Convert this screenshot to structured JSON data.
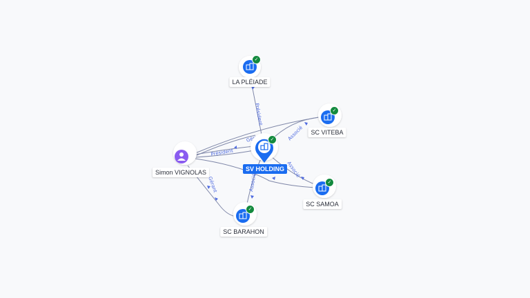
{
  "graph": {
    "center": {
      "label": "SV HOLDING",
      "icon": "building-icon",
      "verified": true
    },
    "companies": [
      {
        "id": "pleiade",
        "label": "LA PLÉIADE",
        "icon": "building-icon",
        "verified": true
      },
      {
        "id": "viteba",
        "label": "SC VITEBA",
        "icon": "building-icon",
        "verified": true
      },
      {
        "id": "samoa",
        "label": "SC SAMOA",
        "icon": "building-icon",
        "verified": true
      },
      {
        "id": "barahon",
        "label": "SC BARAHON",
        "icon": "building-icon",
        "verified": true
      }
    ],
    "person": {
      "label": "Simon VIGNOLAS",
      "icon": "person-icon"
    },
    "edge_labels": {
      "president": "Président",
      "gerant": "Gérant",
      "associe": "Associé"
    },
    "colors": {
      "primary": "#1a6cf0",
      "person": "#8a5cf0",
      "verified": "#138a3e",
      "edge": "#7f87a8",
      "edge_label": "#4f6be0"
    }
  }
}
